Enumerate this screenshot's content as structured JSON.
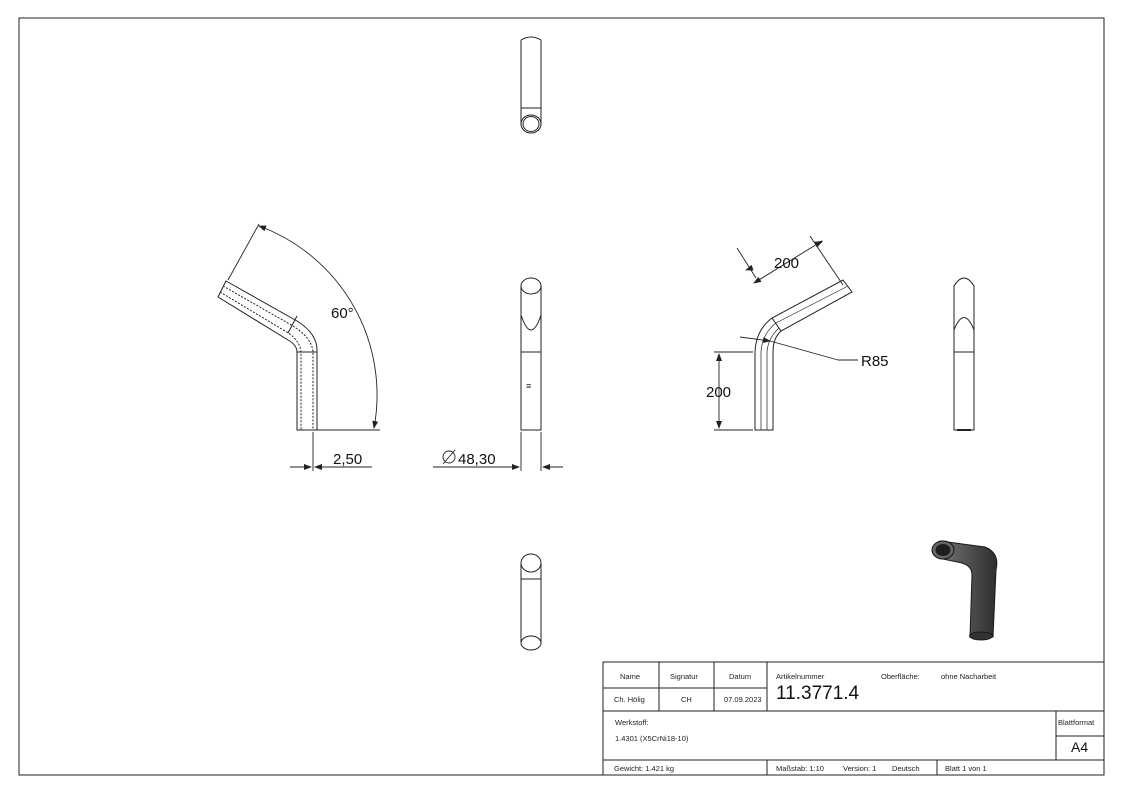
{
  "dimensions": {
    "angle": "60°",
    "wall_thickness": "2,50",
    "diameter": "48,30",
    "leg_length_top": "200",
    "leg_length_side": "200",
    "bend_radius": "R85"
  },
  "center_mark": "≡",
  "title_block": {
    "name_label": "Name",
    "signature_label": "Signatur",
    "date_label": "Datum",
    "name_value": "Ch. Hölig",
    "signature_value": "CH",
    "date_value": "07.09.2023",
    "article_label": "Artikelnummer",
    "article_number": "11.3771.4",
    "surface_label": "Oberfläche:",
    "surface_value": "ohne Nacharbeit",
    "material_label": "Werkstoff:",
    "material_value": "1.4301 (X5CrNi18-10)",
    "format_label": "Blattformat",
    "format_value": "A4",
    "weight": "Gewicht: 1.421 kg",
    "scale": "Maßstab: 1:10",
    "version": "Version: 1",
    "language": "Deutsch",
    "sheet": "Blatt 1 von 1"
  },
  "colors": {
    "line": "#222222",
    "tube_shade": "#4a4a4a",
    "background": "#ffffff"
  }
}
